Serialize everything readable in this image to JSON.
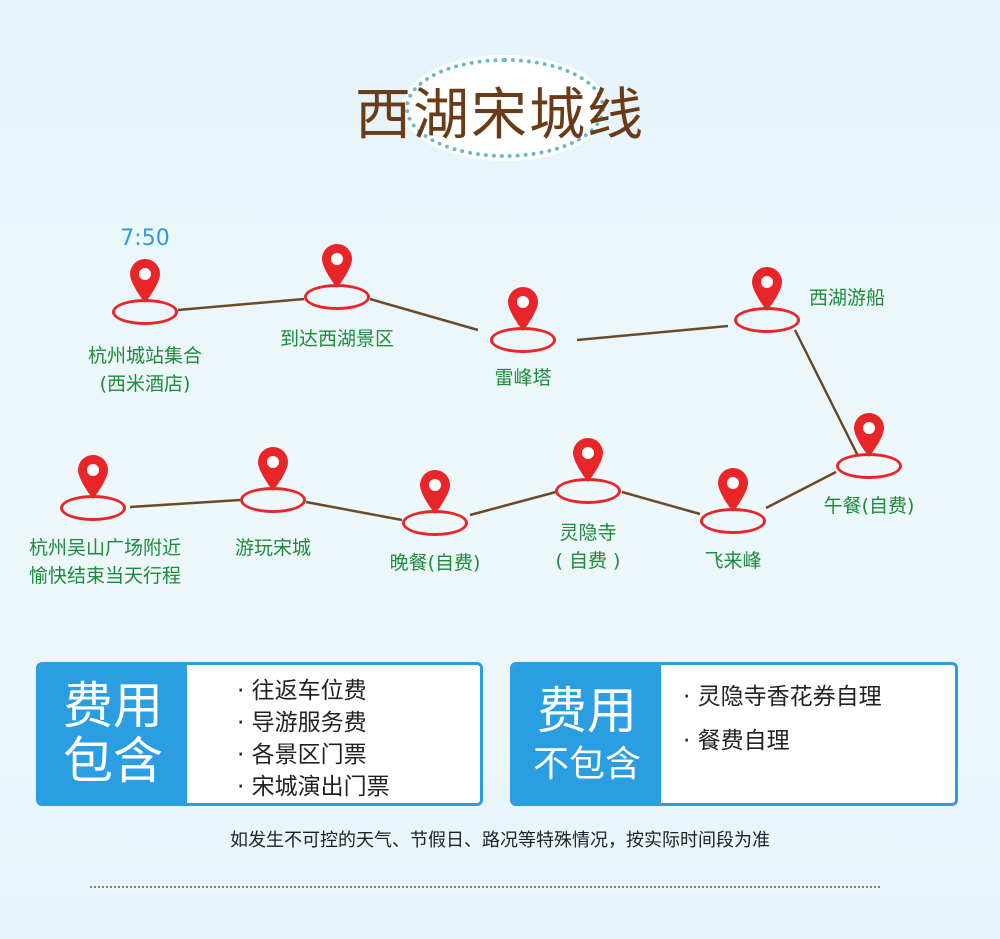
{
  "title": "西湖宋城线",
  "start_time": "7:50",
  "stops": [
    {
      "label": "杭州城站集合",
      "label2": "(西米酒店)"
    },
    {
      "label": "到达西湖景区"
    },
    {
      "label": "雷峰塔"
    },
    {
      "label": "西湖游船"
    },
    {
      "label": "午餐(自费)"
    },
    {
      "label": "飞来峰"
    },
    {
      "label": "灵隐寺",
      "label2": "( 自费 )"
    },
    {
      "label": "晚餐(自费)"
    },
    {
      "label": "游玩宋城"
    },
    {
      "label": "杭州吴山广场附近",
      "label2": "愉快结束当天行程"
    }
  ],
  "included": {
    "heading1": "费用",
    "heading2": "包含",
    "items": [
      "· 往返车位费",
      "· 导游服务费",
      "· 各景区门票",
      "· 宋城演出门票"
    ]
  },
  "excluded": {
    "heading1": "费用",
    "heading2": "不包含",
    "items": [
      "· 灵隐寺香花券自理",
      "· 餐费自理"
    ]
  },
  "note": "如发生不可控的天气、节假日、路况等特殊情况，按实际时间段为准",
  "colors": {
    "pin": "#e8262a",
    "label": "#1e8a3a",
    "accent": "#2a9ee0",
    "title": "#6a3b16"
  }
}
